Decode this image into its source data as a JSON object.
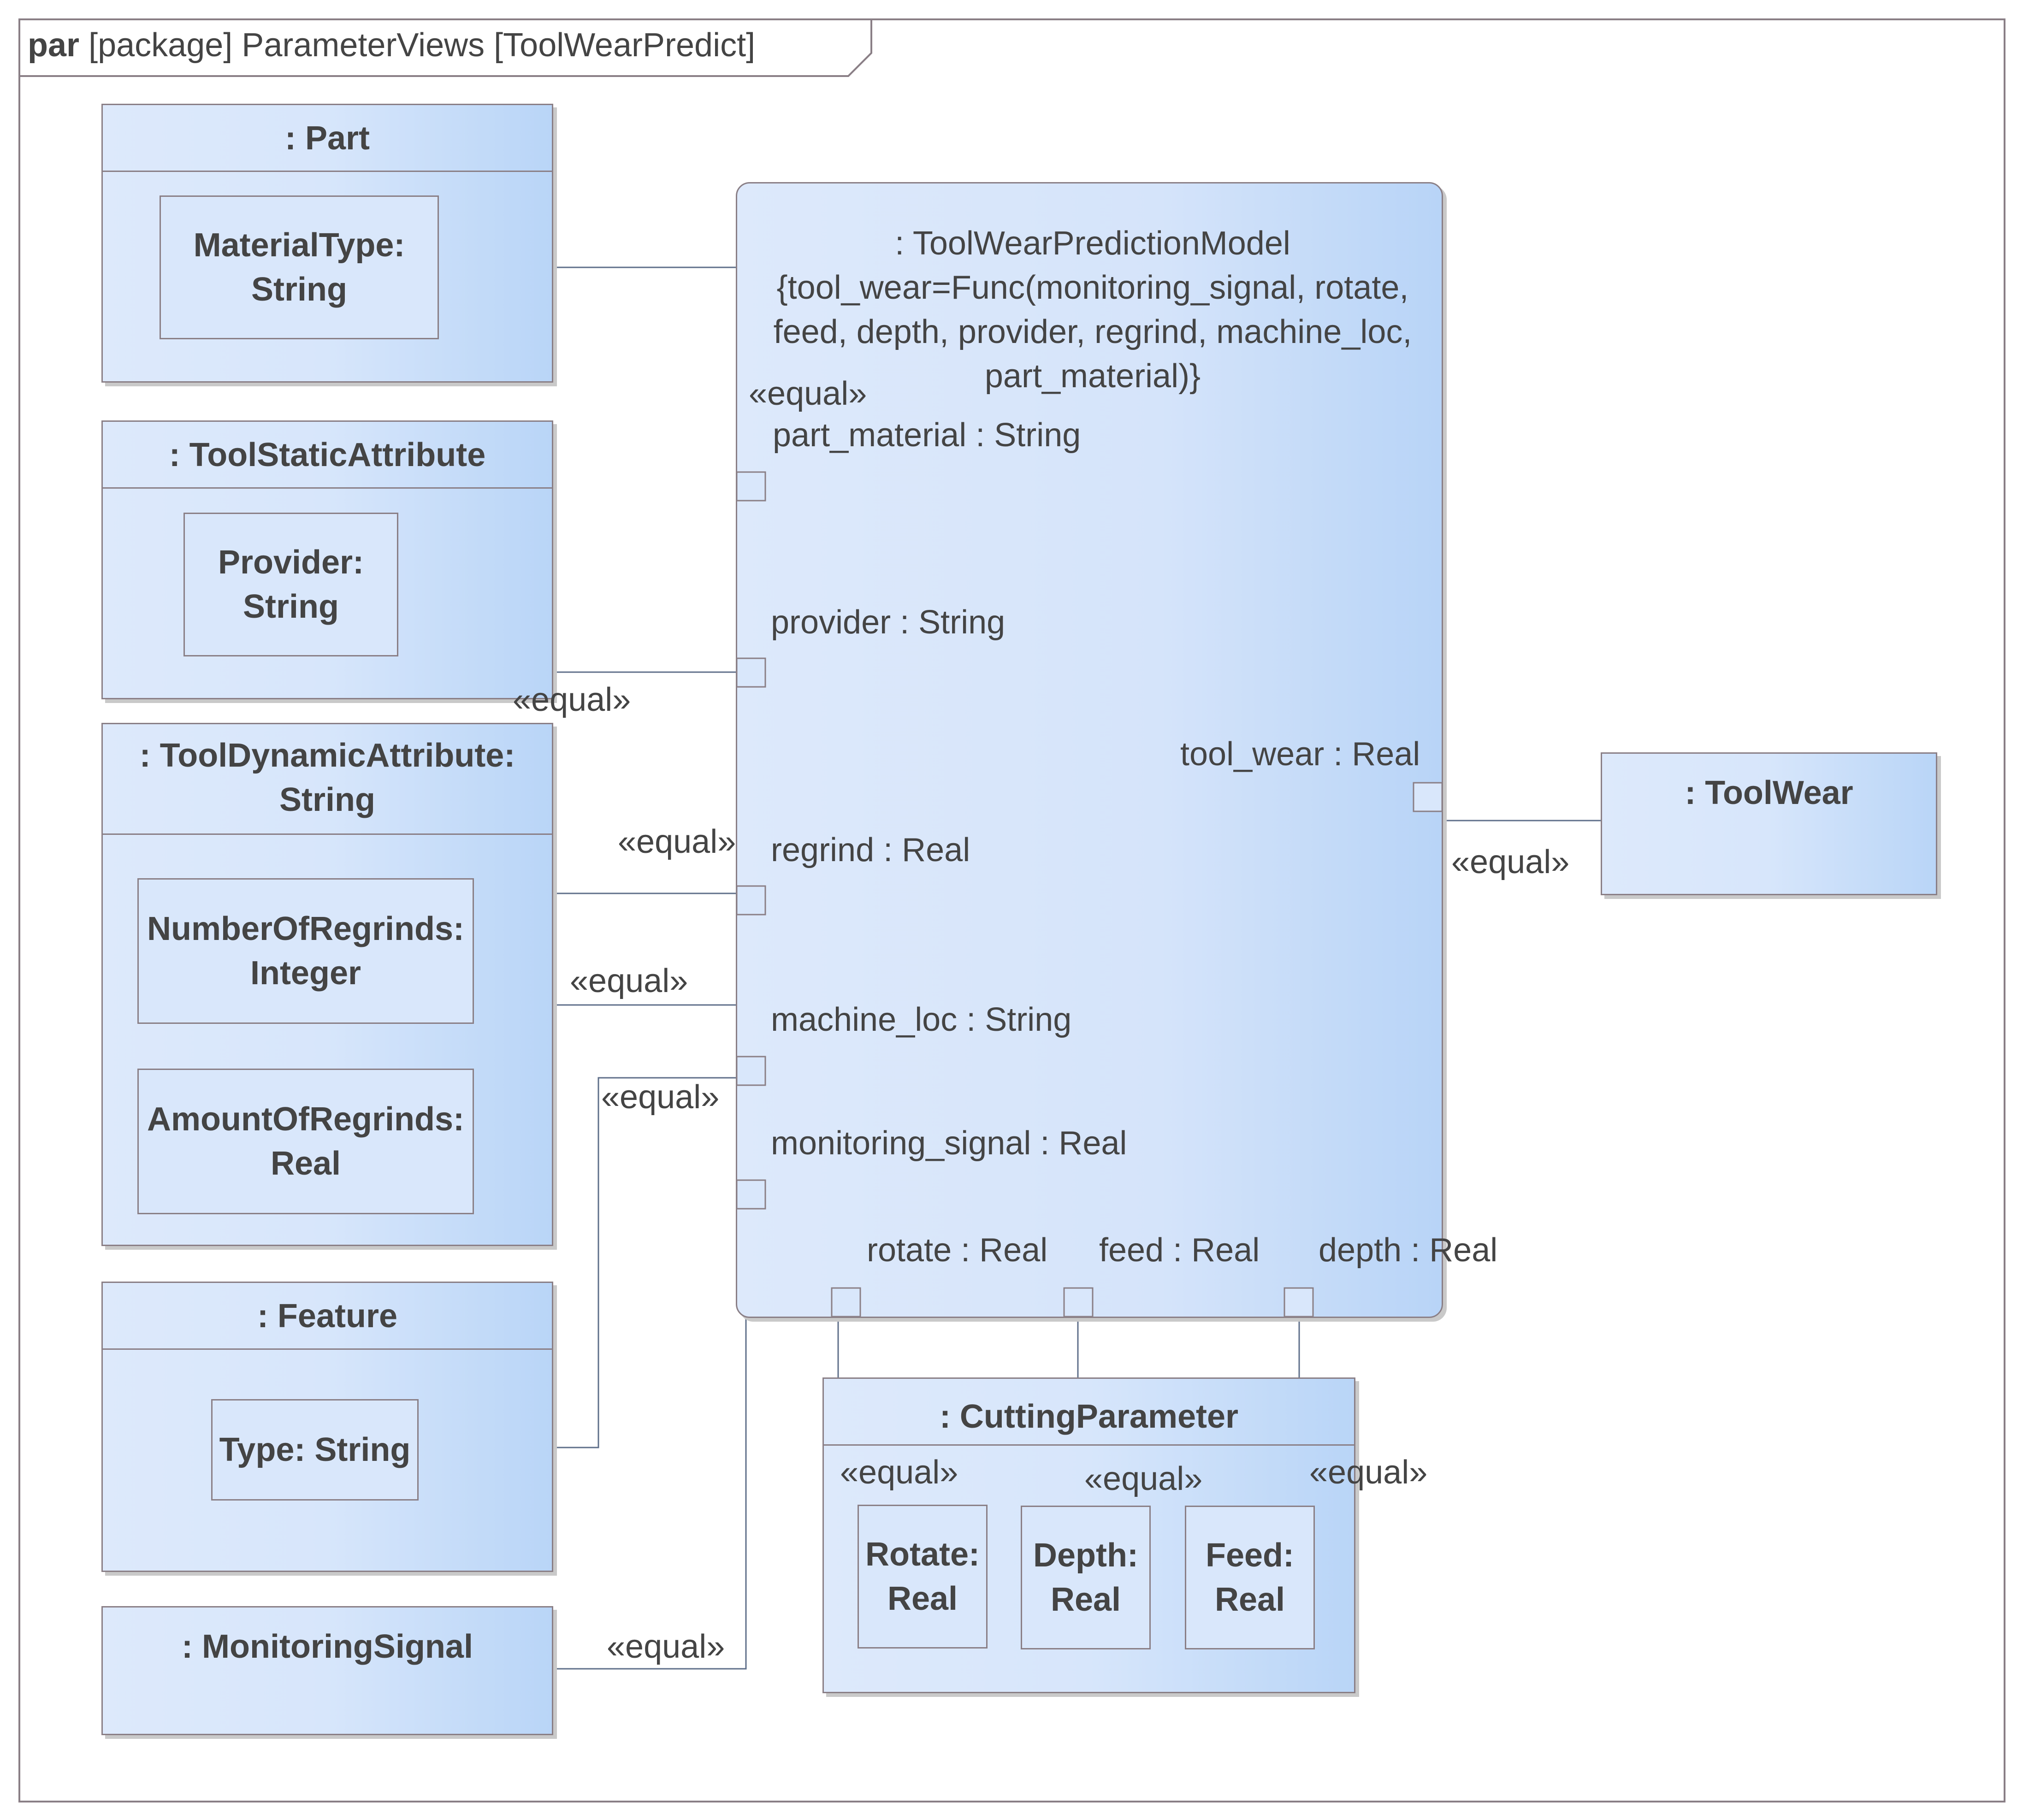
{
  "frame": {
    "keyword": "par",
    "heading": "[package] ParameterViews [ToolWearPredict]"
  },
  "blocks": {
    "part": {
      "title": ": Part",
      "value_line1": "MaterialType:",
      "value_line2": "String"
    },
    "tool_static": {
      "title": ": ToolStaticAttribute",
      "value_line1": "Provider:",
      "value_line2": "String"
    },
    "tool_dynamic": {
      "title_line1": ": ToolDynamicAttribute:",
      "title_line2": "String",
      "value1_line1": "NumberOfRegrinds:",
      "value1_line2": "Integer",
      "value2_line1": "AmountOfRegrinds:",
      "value2_line2": "Real"
    },
    "feature": {
      "title": ": Feature",
      "value": "Type: String"
    },
    "monitoring_signal": {
      "title": ": MonitoringSignal"
    },
    "tool_wear": {
      "title": ": ToolWear"
    },
    "cutting_parameter": {
      "title": ": CuttingParameter",
      "rotate_line1": "Rotate:",
      "rotate_line2": "Real",
      "depth_line1": "Depth:",
      "depth_line2": "Real",
      "feed_line1": "Feed:",
      "feed_line2": "Real"
    }
  },
  "model": {
    "title": ": ToolWearPredictionModel",
    "constraint_line1": "{tool_wear=Func(monitoring_signal, rotate,",
    "constraint_line2": "feed, depth, provider, regrind, machine_loc,",
    "constraint_line3": "part_material)}",
    "params": {
      "part_material": "part_material : String",
      "provider": "provider : String",
      "regrind": "regrind : Real",
      "machine_loc": "machine_loc : String",
      "monitoring_signal": "monitoring_signal : Real",
      "tool_wear": "tool_wear : Real",
      "rotate": "rotate : Real",
      "feed": "feed : Real",
      "depth": "depth : Real"
    }
  },
  "connector_label": "«equal»"
}
